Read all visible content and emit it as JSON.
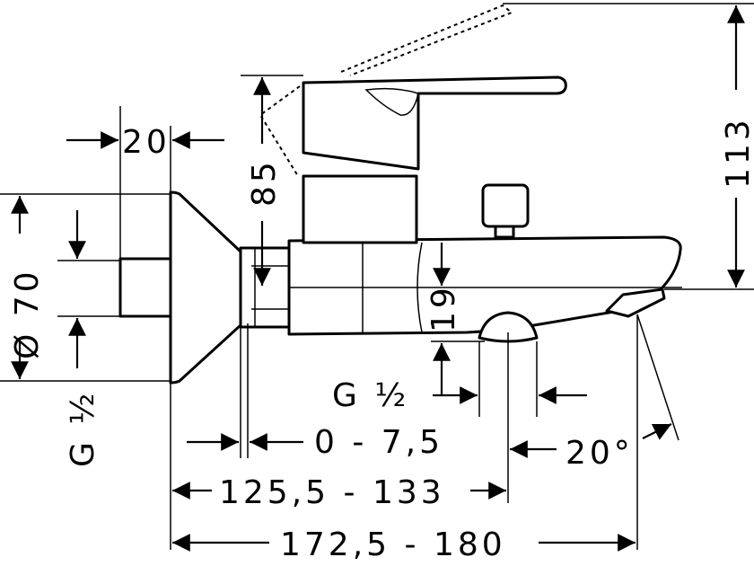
{
  "dimensions": {
    "wall_offset": "20",
    "flange_diameter": "Ø 70",
    "inlet_thread": "G ½",
    "lever_height": "85",
    "total_height": "113",
    "spout_drop": "19",
    "outlet_thread": "G ½",
    "eccentric_adjust": "0 - 7,5",
    "outlet_distance": "125,5 - 133",
    "total_projection": "172,5 - 180",
    "spout_angle": "20°"
  }
}
